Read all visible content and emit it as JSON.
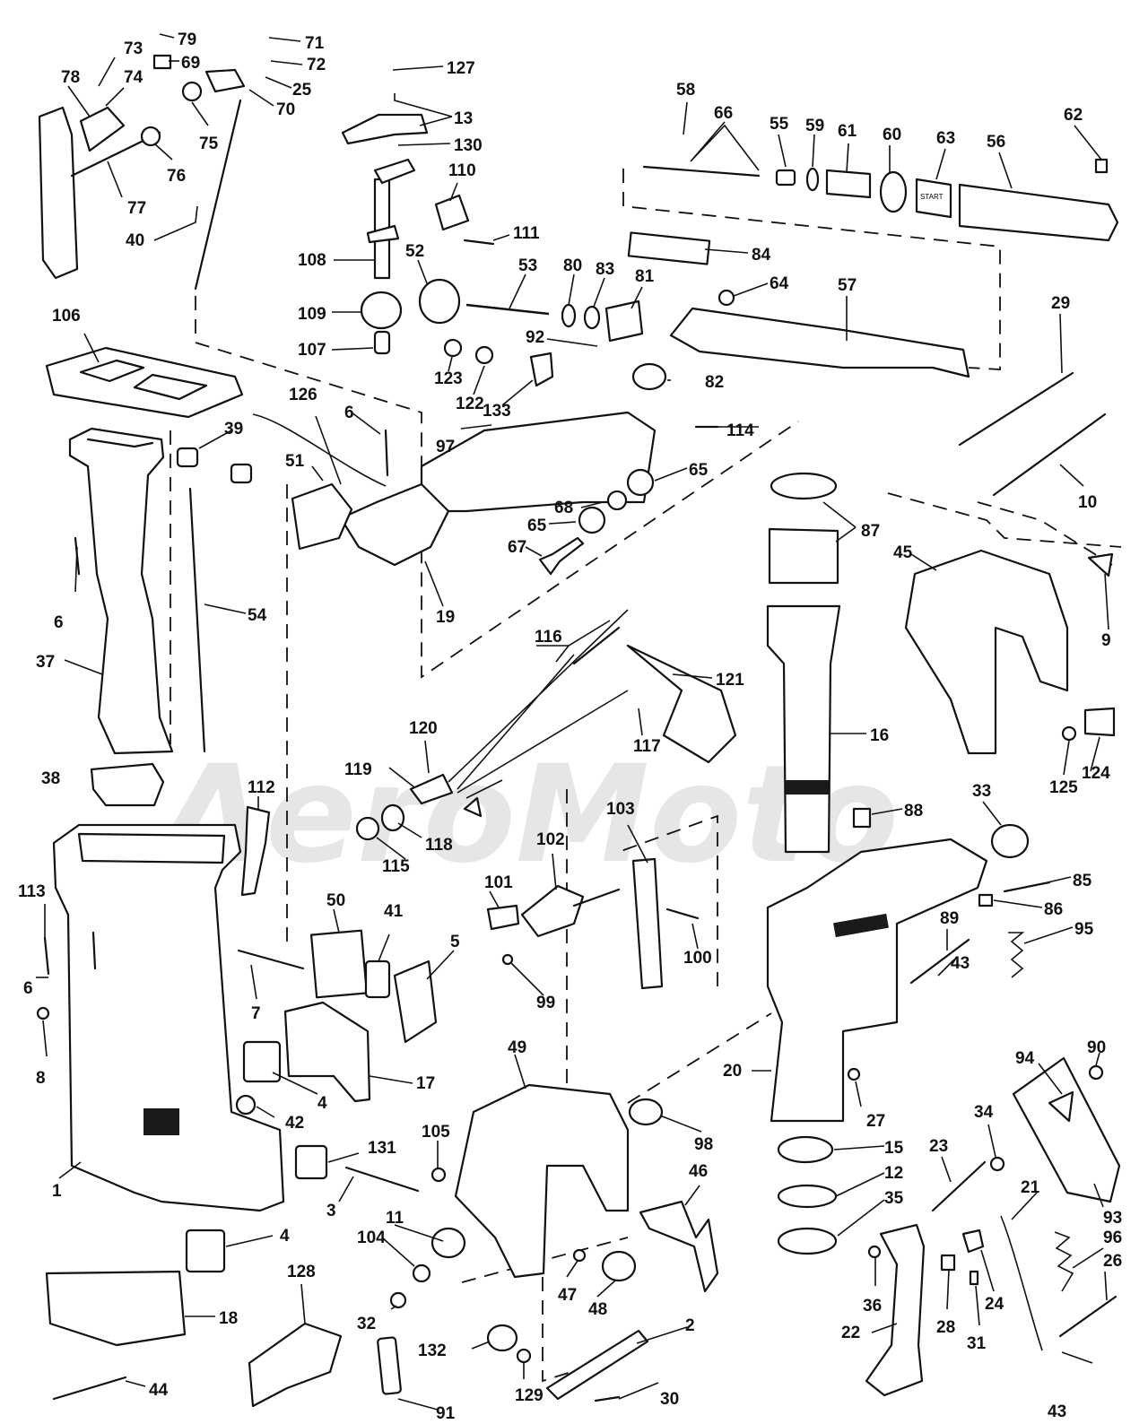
{
  "watermark": "AeroMoto",
  "callouts": {
    "c1": "1",
    "c2": "2",
    "c3": "3",
    "c4a": "4",
    "c4b": "4",
    "c5": "5",
    "c6a": "6",
    "c6b": "6",
    "c6c": "6",
    "c7": "7",
    "c8": "8",
    "c9": "9",
    "c10": "10",
    "c11": "11",
    "c12": "12",
    "c13": "13",
    "c15": "15",
    "c16": "16",
    "c17": "17",
    "c18": "18",
    "c19": "19",
    "c20": "20",
    "c21": "21",
    "c22": "22",
    "c23": "23",
    "c24": "24",
    "c25": "25",
    "c26": "26",
    "c27": "27",
    "c28": "28",
    "c29": "29",
    "c30": "30",
    "c31": "31",
    "c32": "32",
    "c33": "33",
    "c34": "34",
    "c35": "35",
    "c36": "36",
    "c37": "37",
    "c38": "38",
    "c39": "39",
    "c40": "40",
    "c41": "41",
    "c42": "42",
    "c43a": "43",
    "c43b": "43",
    "c44": "44",
    "c45": "45",
    "c46": "46",
    "c47": "47",
    "c48": "48",
    "c49": "49",
    "c50": "50",
    "c51": "51",
    "c52": "52",
    "c53": "53",
    "c54": "54",
    "c55": "55",
    "c56": "56",
    "c57": "57",
    "c58": "58",
    "c59": "59",
    "c60": "60",
    "c61": "61",
    "c62": "62",
    "c63": "63",
    "c64": "64",
    "c65a": "65",
    "c65b": "65",
    "c66": "66",
    "c67": "67",
    "c68": "68",
    "c69": "69",
    "c70": "70",
    "c71": "71",
    "c72": "72",
    "c73": "73",
    "c74": "74",
    "c75": "75",
    "c76": "76",
    "c77": "77",
    "c78": "78",
    "c79": "79",
    "c80": "80",
    "c81": "81",
    "c82": "82",
    "c83": "83",
    "c84": "84",
    "c85": "85",
    "c86": "86",
    "c87": "87",
    "c88": "88",
    "c89": "89",
    "c90": "90",
    "c91": "91",
    "c92": "92",
    "c93": "93",
    "c94": "94",
    "c95": "95",
    "c96": "96",
    "c97": "97",
    "c98": "98",
    "c99": "99",
    "c100": "100",
    "c101": "101",
    "c102": "102",
    "c103": "103",
    "c104": "104",
    "c105": "105",
    "c106": "106",
    "c107": "107",
    "c108": "108",
    "c109": "109",
    "c110": "110",
    "c111": "111",
    "c112": "112",
    "c113": "113",
    "c114": "114",
    "c115": "115",
    "c116": "116",
    "c117": "117",
    "c118": "118",
    "c119": "119",
    "c120": "120",
    "c121": "121",
    "c123": "123",
    "c122": "122",
    "c124": "124",
    "c125": "125",
    "c126": "126",
    "c127": "127",
    "c128": "128",
    "c129": "129",
    "c130": "130",
    "c131": "131",
    "c132": "132",
    "c133": "133"
  },
  "grip_label": "START"
}
